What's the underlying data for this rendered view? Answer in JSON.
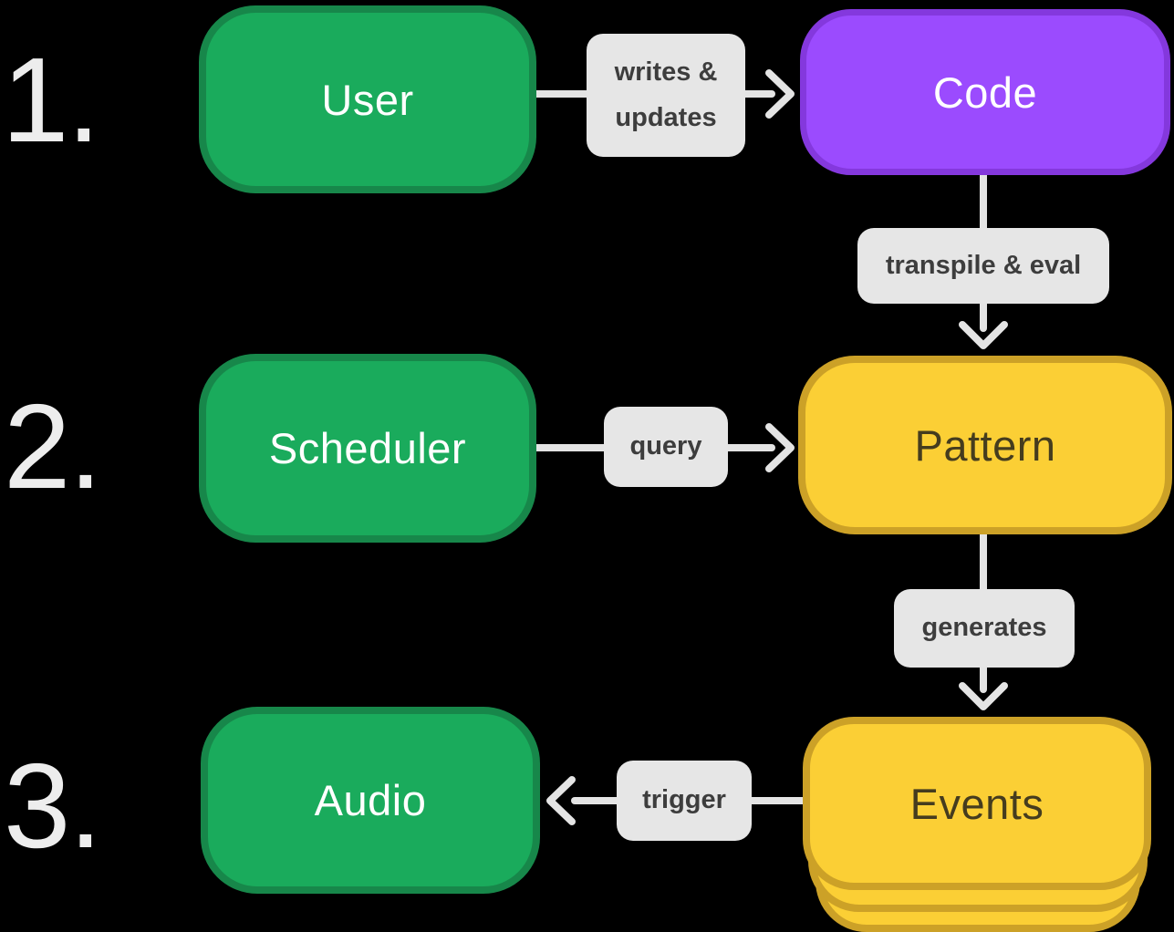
{
  "colors": {
    "background": "#000000",
    "green_fill": "#1AAB5C",
    "green_border": "#17874A",
    "purple_fill": "#9B4BFE",
    "purple_border": "#8438DD",
    "yellow_fill": "#FBCF35",
    "yellow_border": "#CCA127",
    "yellow_text": "#453C1E",
    "label_bg": "#E6E6E6",
    "label_text": "#3D3D3D",
    "arrow": "#E4E4E4",
    "step_number": "#EDEDED"
  },
  "steps": [
    {
      "number": "1."
    },
    {
      "number": "2."
    },
    {
      "number": "3."
    }
  ],
  "nodes": {
    "user": {
      "label": "User",
      "color": "green"
    },
    "code": {
      "label": "Code",
      "color": "purple"
    },
    "scheduler": {
      "label": "Scheduler",
      "color": "green"
    },
    "pattern": {
      "label": "Pattern",
      "color": "yellow"
    },
    "audio": {
      "label": "Audio",
      "color": "green"
    },
    "events": {
      "label": "Events",
      "color": "yellow",
      "stacked": true
    }
  },
  "edges": {
    "writes_updates": {
      "label": "writes & updates",
      "from": "user",
      "to": "code",
      "direction": "right"
    },
    "transpile_eval": {
      "label": "transpile & eval",
      "from": "code",
      "to": "pattern",
      "direction": "down"
    },
    "query": {
      "label": "query",
      "from": "scheduler",
      "to": "pattern",
      "direction": "right"
    },
    "generates": {
      "label": "generates",
      "from": "pattern",
      "to": "events",
      "direction": "down"
    },
    "trigger": {
      "label": "trigger",
      "from": "events",
      "to": "audio",
      "direction": "left"
    }
  }
}
